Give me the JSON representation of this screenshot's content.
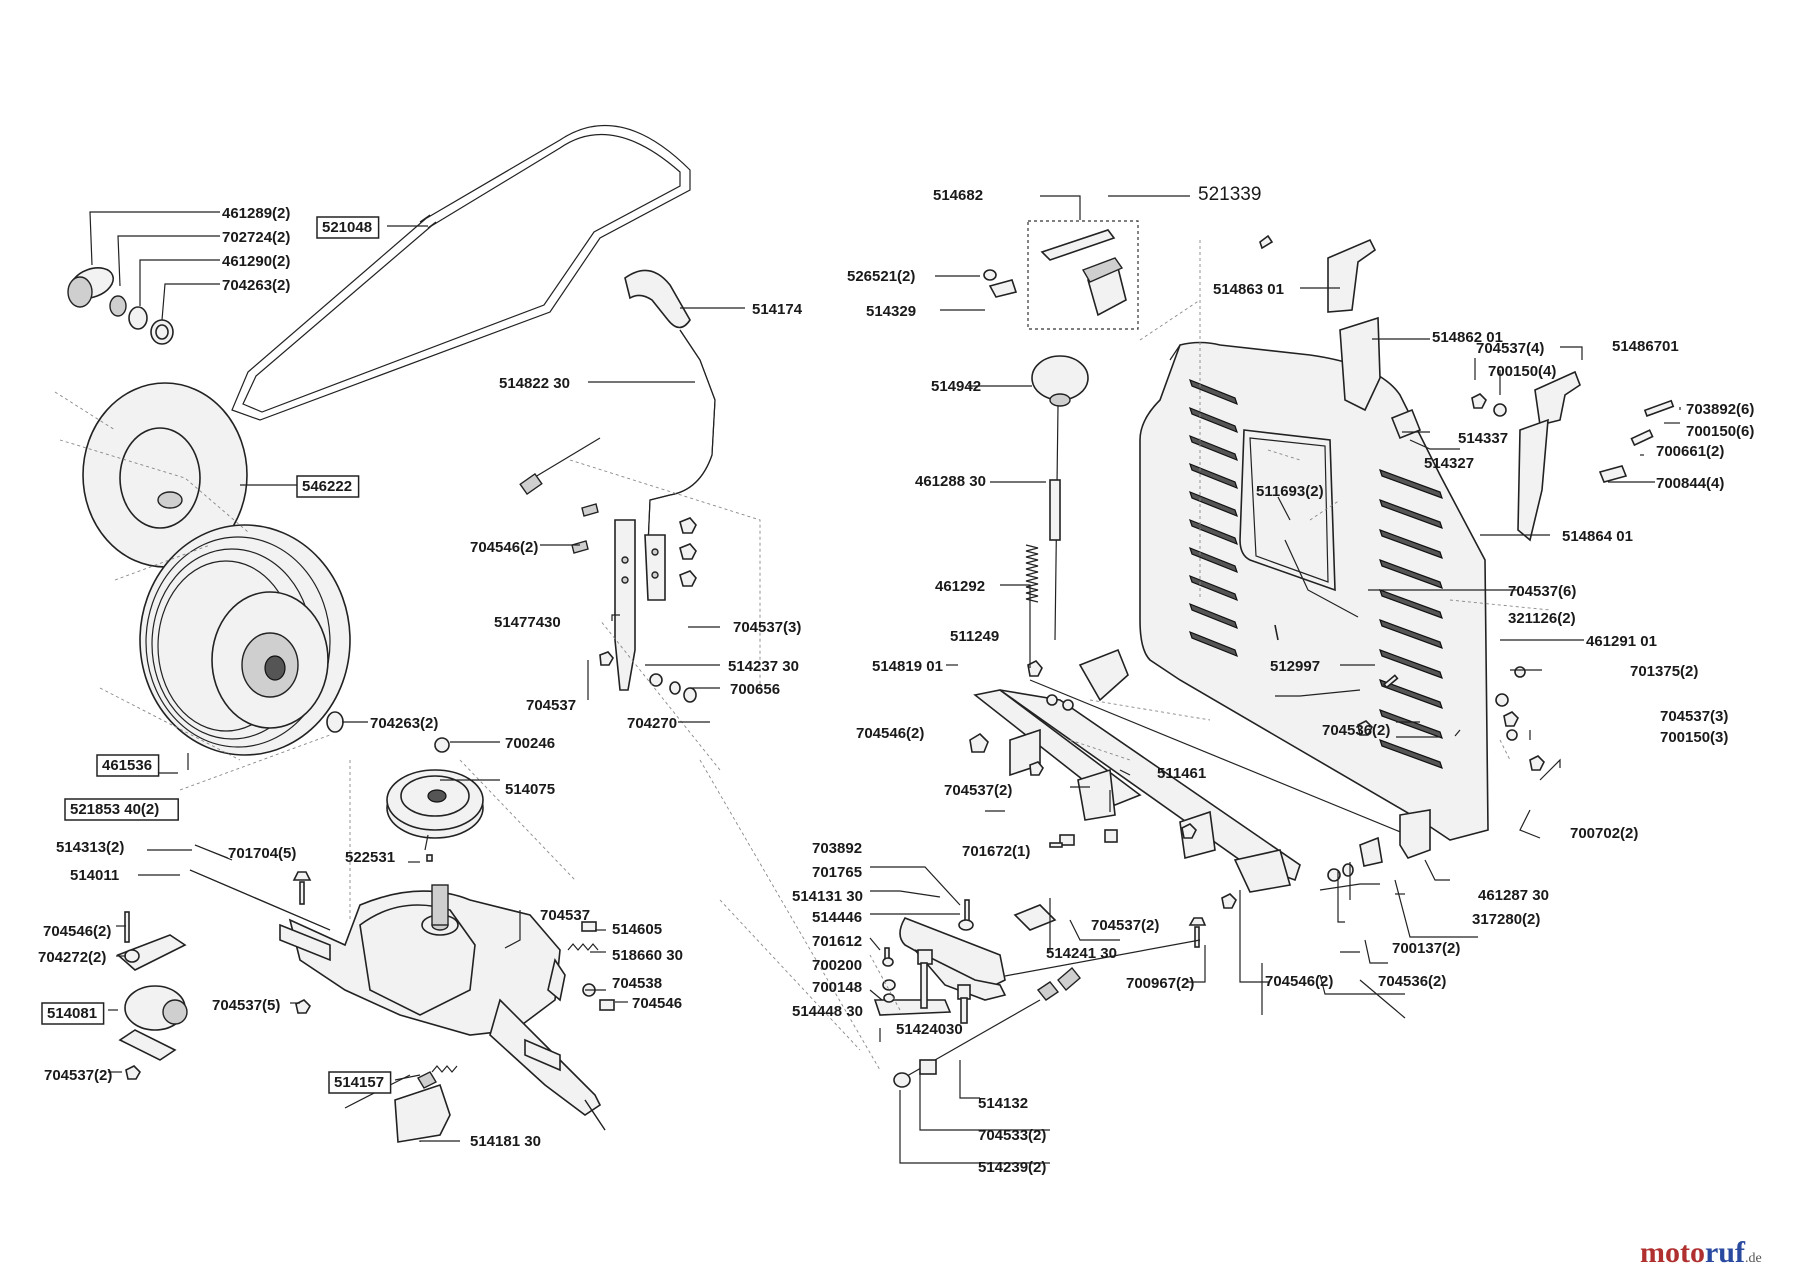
{
  "diagram": {
    "labels": [
      {
        "id": "l01",
        "text": "461289(2)"
      },
      {
        "id": "l02",
        "text": "702724(2)"
      },
      {
        "id": "l03",
        "text": "461290(2)"
      },
      {
        "id": "l04",
        "text": "704263(2)"
      },
      {
        "id": "l05",
        "text": "521048",
        "boxed": true
      },
      {
        "id": "l06",
        "text": "514174"
      },
      {
        "id": "l07",
        "text": "514822 30"
      },
      {
        "id": "l08",
        "text": "546222",
        "boxed": true
      },
      {
        "id": "l09",
        "text": "704546(2)"
      },
      {
        "id": "l10",
        "text": "51477430"
      },
      {
        "id": "l11",
        "text": "704537(3)"
      },
      {
        "id": "l12",
        "text": "514237 30"
      },
      {
        "id": "l13",
        "text": "704537"
      },
      {
        "id": "l14",
        "text": "700656"
      },
      {
        "id": "l15",
        "text": "704270"
      },
      {
        "id": "l16",
        "text": "704263(2)"
      },
      {
        "id": "l17",
        "text": "461536",
        "boxed": true
      },
      {
        "id": "l18",
        "text": "700246"
      },
      {
        "id": "l19",
        "text": "514075"
      },
      {
        "id": "l20",
        "text": "521853 40(2)",
        "boxed": true
      },
      {
        "id": "l21",
        "text": "514313(2)"
      },
      {
        "id": "l22",
        "text": "701704(5)"
      },
      {
        "id": "l23",
        "text": "522531"
      },
      {
        "id": "l24",
        "text": "514011"
      },
      {
        "id": "l25",
        "text": "704537"
      },
      {
        "id": "l26",
        "text": "514605"
      },
      {
        "id": "l27",
        "text": "704546(2)"
      },
      {
        "id": "l28",
        "text": "518660 30"
      },
      {
        "id": "l29",
        "text": "704272(2)"
      },
      {
        "id": "l30",
        "text": "704538"
      },
      {
        "id": "l31",
        "text": "704546"
      },
      {
        "id": "l32",
        "text": "704537(5)"
      },
      {
        "id": "l33",
        "text": "514081",
        "boxed": true
      },
      {
        "id": "l34",
        "text": "704537(2)"
      },
      {
        "id": "l35",
        "text": "514157",
        "boxed": true
      },
      {
        "id": "l36",
        "text": "514181 30"
      },
      {
        "id": "l37",
        "text": "514682"
      },
      {
        "id": "l38",
        "text": "521339",
        "big": true
      },
      {
        "id": "l39",
        "text": "526521(2)"
      },
      {
        "id": "l40",
        "text": "514329"
      },
      {
        "id": "l41",
        "text": "514863 01"
      },
      {
        "id": "l42",
        "text": "514862 01"
      },
      {
        "id": "l43",
        "text": "704537(4)"
      },
      {
        "id": "l44",
        "text": "51486701"
      },
      {
        "id": "l45",
        "text": "700150(4)"
      },
      {
        "id": "l46",
        "text": "703892(6)"
      },
      {
        "id": "l47",
        "text": "700150(6)"
      },
      {
        "id": "l48",
        "text": "514942"
      },
      {
        "id": "l49",
        "text": "514337"
      },
      {
        "id": "l50",
        "text": "700661(2)"
      },
      {
        "id": "l51",
        "text": "514327"
      },
      {
        "id": "l52",
        "text": "461288 30"
      },
      {
        "id": "l53",
        "text": "700844(4)"
      },
      {
        "id": "l54",
        "text": "511693(2)"
      },
      {
        "id": "l55",
        "text": "514864 01"
      },
      {
        "id": "l56",
        "text": "461292"
      },
      {
        "id": "l57",
        "text": "704537(6)"
      },
      {
        "id": "l58",
        "text": "321126(2)"
      },
      {
        "id": "l59",
        "text": "511249"
      },
      {
        "id": "l60",
        "text": "461291 01"
      },
      {
        "id": "l61",
        "text": "514819 01"
      },
      {
        "id": "l62",
        "text": "512997"
      },
      {
        "id": "l63",
        "text": "701375(2)"
      },
      {
        "id": "l64",
        "text": "704546(2)"
      },
      {
        "id": "l65",
        "text": "704536(2)"
      },
      {
        "id": "l66",
        "text": "704537(3)"
      },
      {
        "id": "l67",
        "text": "700150(3)"
      },
      {
        "id": "l68",
        "text": "511461"
      },
      {
        "id": "l69",
        "text": "704537(2)"
      },
      {
        "id": "l70",
        "text": "700702(2)"
      },
      {
        "id": "l71",
        "text": "703892"
      },
      {
        "id": "l72",
        "text": "701672(1)"
      },
      {
        "id": "l73",
        "text": "701765"
      },
      {
        "id": "l74",
        "text": "514131 30"
      },
      {
        "id": "l75",
        "text": "461287 30"
      },
      {
        "id": "l76",
        "text": "514446"
      },
      {
        "id": "l77",
        "text": "704537(2)"
      },
      {
        "id": "l78",
        "text": "317280(2)"
      },
      {
        "id": "l79",
        "text": "701612"
      },
      {
        "id": "l80",
        "text": "514241 30"
      },
      {
        "id": "l81",
        "text": "700200"
      },
      {
        "id": "l82",
        "text": "700137(2)"
      },
      {
        "id": "l83",
        "text": "700148"
      },
      {
        "id": "l84",
        "text": "700967(2)"
      },
      {
        "id": "l85",
        "text": "704546(2)"
      },
      {
        "id": "l86",
        "text": "704536(2)"
      },
      {
        "id": "l87",
        "text": "514448 30"
      },
      {
        "id": "l88",
        "text": "51424030"
      },
      {
        "id": "l89",
        "text": "514132"
      },
      {
        "id": "l90",
        "text": "704533(2)"
      },
      {
        "id": "l91",
        "text": "514239(2)"
      }
    ]
  },
  "brand": {
    "part1": "moto",
    "part2": "ruf",
    "suffix": ".de"
  },
  "colors": {
    "ink": "#1a1a1a",
    "brand_red": "#b03030",
    "brand_blue": "#2a4aa0"
  }
}
